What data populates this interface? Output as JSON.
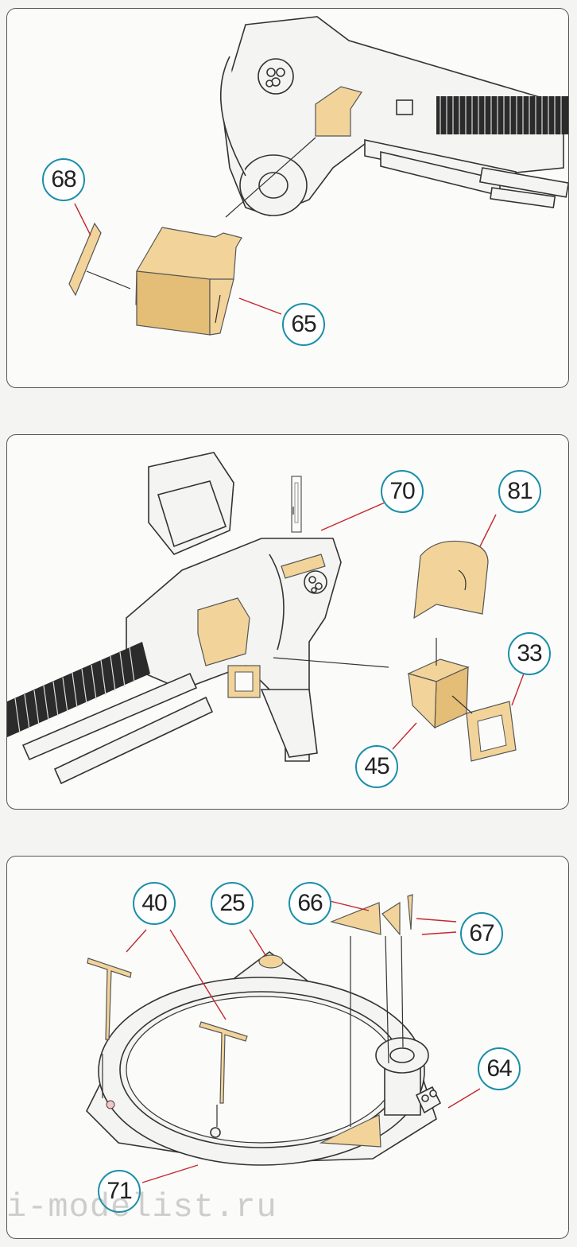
{
  "panels": [
    {
      "id": "step-1",
      "callouts": [
        "68",
        "65"
      ]
    },
    {
      "id": "step-2",
      "callouts": [
        "70",
        "81",
        "33",
        "45"
      ]
    },
    {
      "id": "step-3",
      "callouts": [
        "40",
        "25",
        "66",
        "67",
        "64",
        "71"
      ]
    }
  ],
  "watermark": "i-modelist.ru",
  "colors": {
    "brass": "#f2d49a",
    "callout_border": "#1a8fa8",
    "arrow_red": "#c2292e",
    "outline": "#333333"
  }
}
